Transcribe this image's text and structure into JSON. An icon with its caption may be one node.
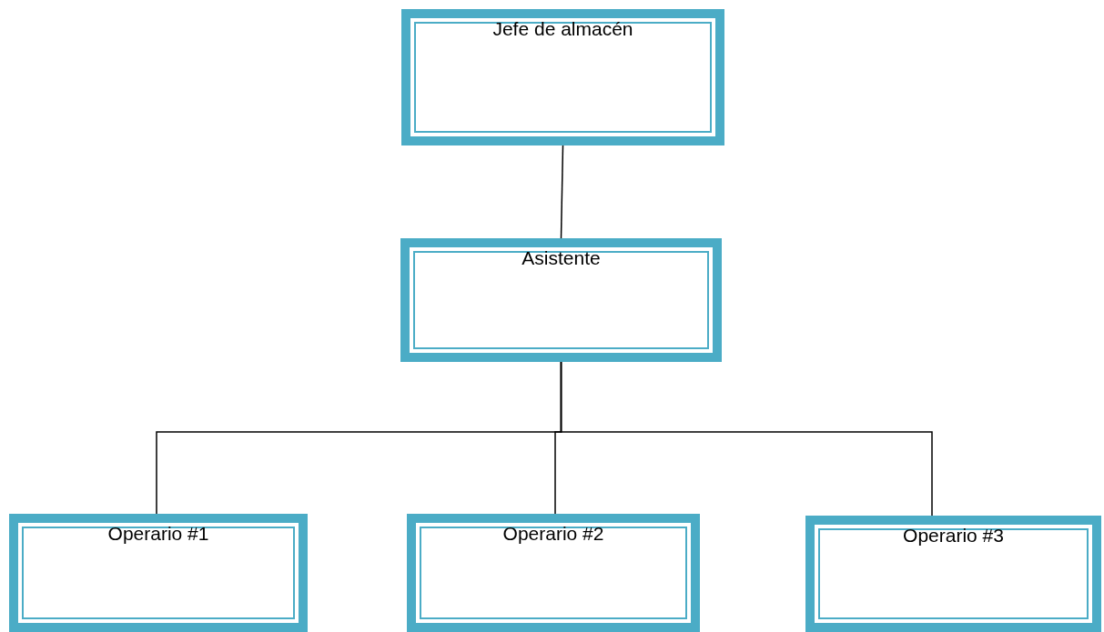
{
  "diagram": {
    "nodes": [
      {
        "text": [
          "Jefe de almacén"
        ]
      },
      {
        "text": [
          "Asistente"
        ]
      },
      {
        "text": [
          "Operario #1"
        ]
      },
      {
        "text": [
          "Operario #2"
        ]
      },
      {
        "text": [
          "Operario #3"
        ]
      }
    ],
    "edges": [
      {
        "from": 0,
        "to": 1,
        "arrow": "none"
      },
      {
        "from": 1,
        "to": 2,
        "arrow": "none"
      },
      {
        "from": 1,
        "to": 3,
        "arrow": "none"
      },
      {
        "from": 1,
        "to": 4,
        "arrow": "none"
      }
    ]
  }
}
